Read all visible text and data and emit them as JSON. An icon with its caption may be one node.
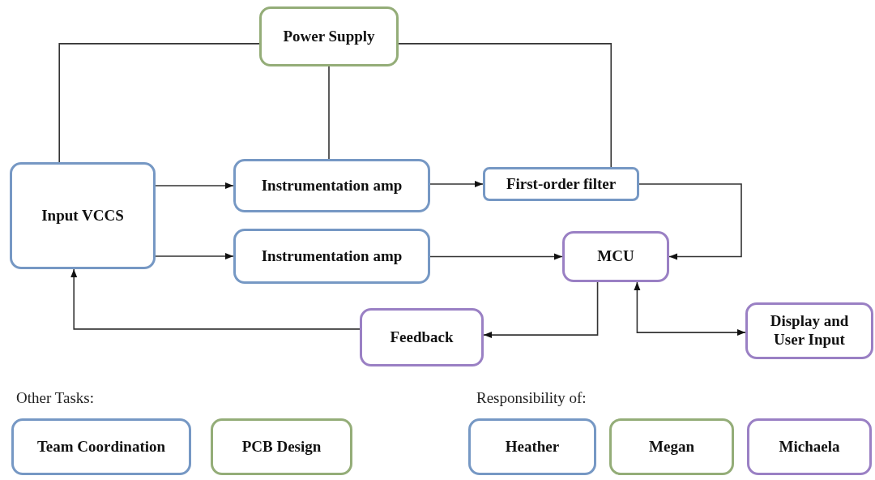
{
  "diagram": {
    "nodes": [
      {
        "text": [
          "Power Supply"
        ]
      },
      {
        "text": [
          "Input VCCS"
        ]
      },
      {
        "text": [
          "Instrumentation amp"
        ]
      },
      {
        "text": [
          "First-order filter"
        ]
      },
      {
        "text": [
          "Instrumentation amp"
        ]
      },
      {
        "text": [
          "MCU"
        ]
      },
      {
        "text": [
          "Feedback"
        ]
      },
      {
        "text": [
          "Display and User Input"
        ]
      },
      {
        "text": [
          "Team Coordination"
        ]
      },
      {
        "text": [
          "PCB Design"
        ]
      }
    ],
    "edges": [
      {
        "from": 1,
        "to": 2,
        "arrow": "to"
      },
      {
        "from": 2,
        "to": 3,
        "arrow": "to"
      },
      {
        "from": 3,
        "to": 5,
        "arrow": "to"
      },
      {
        "from": 1,
        "to": 4,
        "arrow": "to"
      },
      {
        "from": 4,
        "to": 5,
        "arrow": "to"
      },
      {
        "from": 5,
        "to": 6,
        "arrow": "to"
      },
      {
        "from": 6,
        "to": 1,
        "arrow": "to"
      },
      {
        "from": 5,
        "to": 7,
        "arrow": "both"
      },
      {
        "from": 0,
        "to": 1,
        "arrow": "none"
      },
      {
        "from": 0,
        "to": 2,
        "arrow": "none"
      },
      {
        "from": 0,
        "to": 3,
        "arrow": "none"
      }
    ],
    "labels": [
      "Other Tasks:",
      "Responsibility of:"
    ],
    "legend": [
      {
        "text": "Heather",
        "color": "#7698c4"
      },
      {
        "text": "Megan",
        "color": "#94ad78"
      },
      {
        "text": "Michaela",
        "color": "#9a80c4"
      }
    ]
  }
}
